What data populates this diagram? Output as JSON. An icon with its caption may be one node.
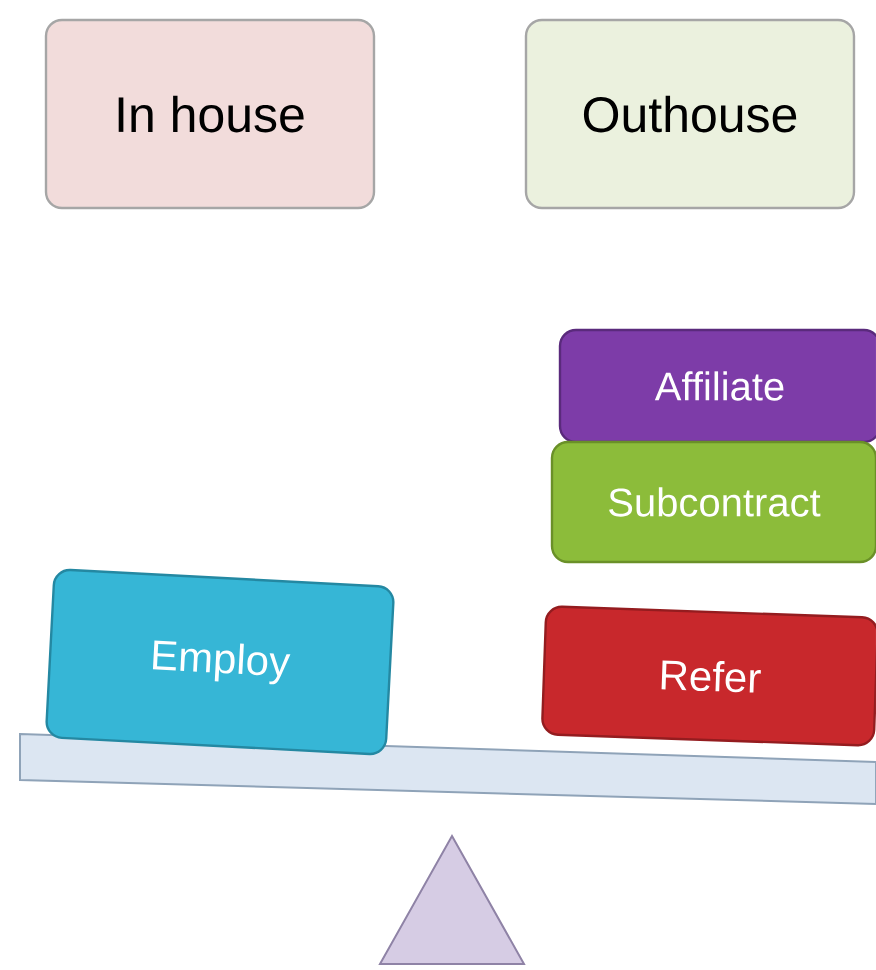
{
  "diagram": {
    "nodes": [
      {
        "text": [
          "In house"
        ]
      },
      {
        "text": [
          "Outhouse"
        ]
      },
      {
        "text": [
          "Affiliate"
        ]
      },
      {
        "text": [
          "Subcontract"
        ]
      },
      {
        "text": [
          "Employ"
        ]
      },
      {
        "text": [
          "Refer"
        ]
      }
    ]
  }
}
